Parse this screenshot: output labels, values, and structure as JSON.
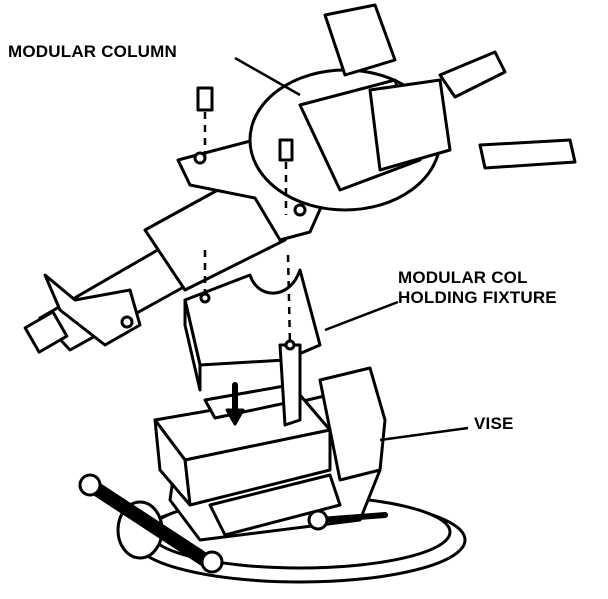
{
  "labels": {
    "modular_column": "MODULAR COLUMN",
    "fixture_line1": "MODULAR COL",
    "fixture_line2": "HOLDING FIXTURE",
    "vise": "VISE"
  },
  "colors": {
    "ink": "#000000",
    "paper": "#ffffff"
  }
}
